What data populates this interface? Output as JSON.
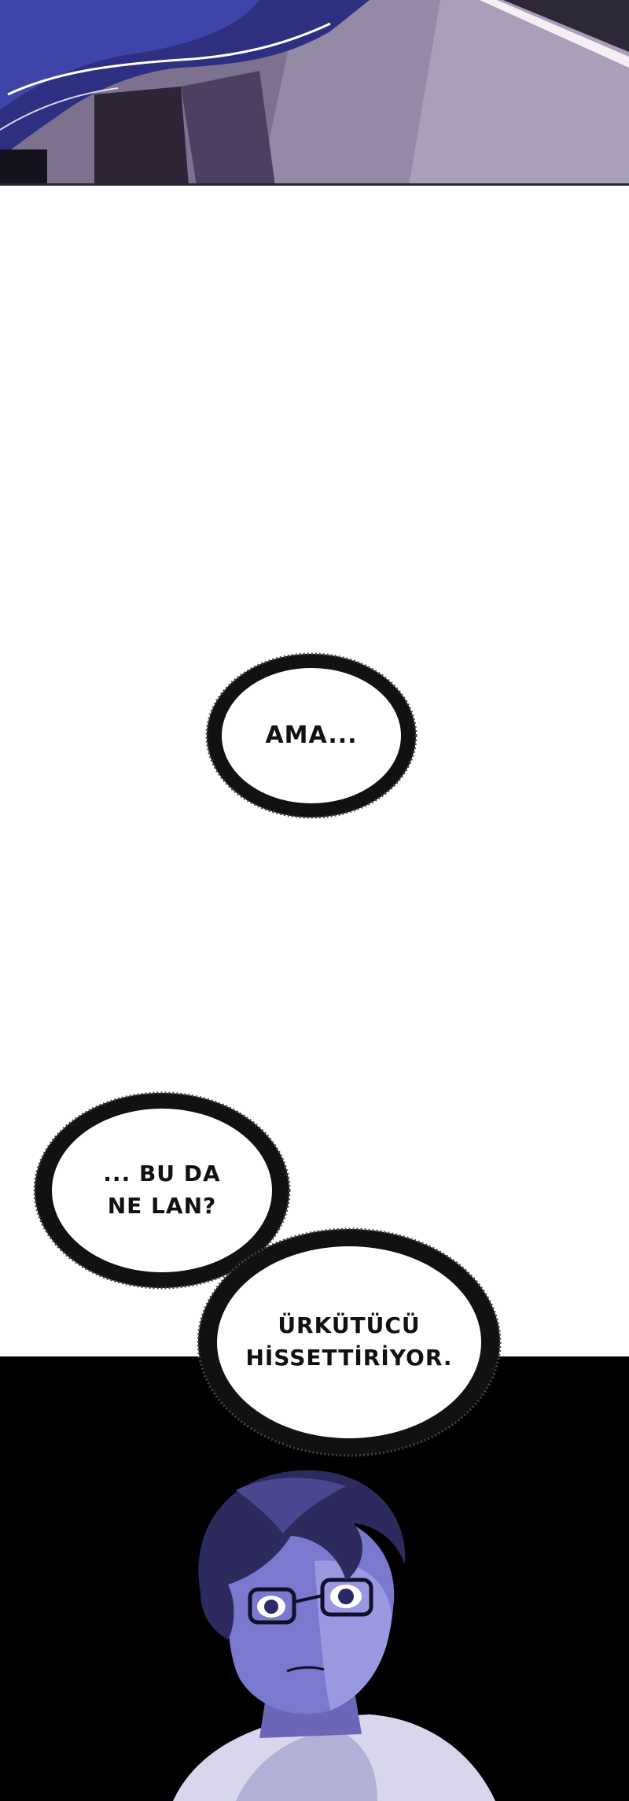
{
  "bubbles": {
    "ama": {
      "lines": [
        "AMA..."
      ]
    },
    "bu_da_ne_lan": {
      "lines": [
        "... BU DA",
        "NE LAN?"
      ]
    },
    "urkutucu": {
      "lines": [
        "ÜRKÜTÜCÜ",
        "HİSSETTİRİYOR."
      ]
    }
  },
  "colors": {
    "page_background": "#ffffff",
    "bottom_panel": "#000000",
    "bubble_ring": "#111111",
    "bubble_fill": "#ffffff",
    "text": "#111111"
  }
}
